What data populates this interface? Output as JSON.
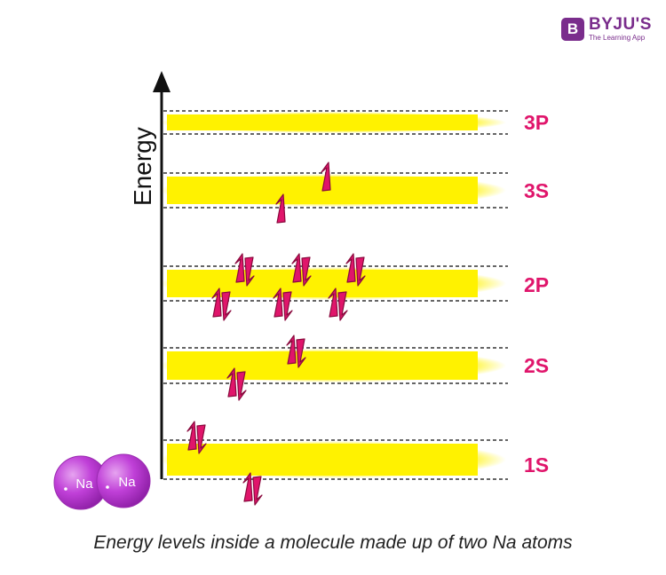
{
  "brand": {
    "letter": "B",
    "name": "BYJU'S",
    "tagline": "The Learning App"
  },
  "axis": {
    "label": "Energy"
  },
  "levels": [
    {
      "id": "3P",
      "label": "3P",
      "electrons": []
    },
    {
      "id": "3S",
      "label": "3S",
      "electrons": [
        "up",
        "up"
      ]
    },
    {
      "id": "2P",
      "label": "2P",
      "electrons": [
        "pair",
        "pair",
        "pair",
        "pair",
        "pair",
        "pair"
      ]
    },
    {
      "id": "2S",
      "label": "2S",
      "electrons": [
        "pair",
        "pair"
      ]
    },
    {
      "id": "1S",
      "label": "1S",
      "electrons": [
        "pair",
        "pair"
      ]
    }
  ],
  "atoms": [
    {
      "label": "Na"
    },
    {
      "label": "Na"
    }
  ],
  "caption": "Energy levels inside a molecule made up of two Na atoms",
  "colors": {
    "band": "#fff200",
    "arrow": "#e0156b",
    "arrow_outline": "#8a0a3e",
    "label": "#e0156b",
    "atom": "#c040d8",
    "brand": "#7a2d8c"
  }
}
